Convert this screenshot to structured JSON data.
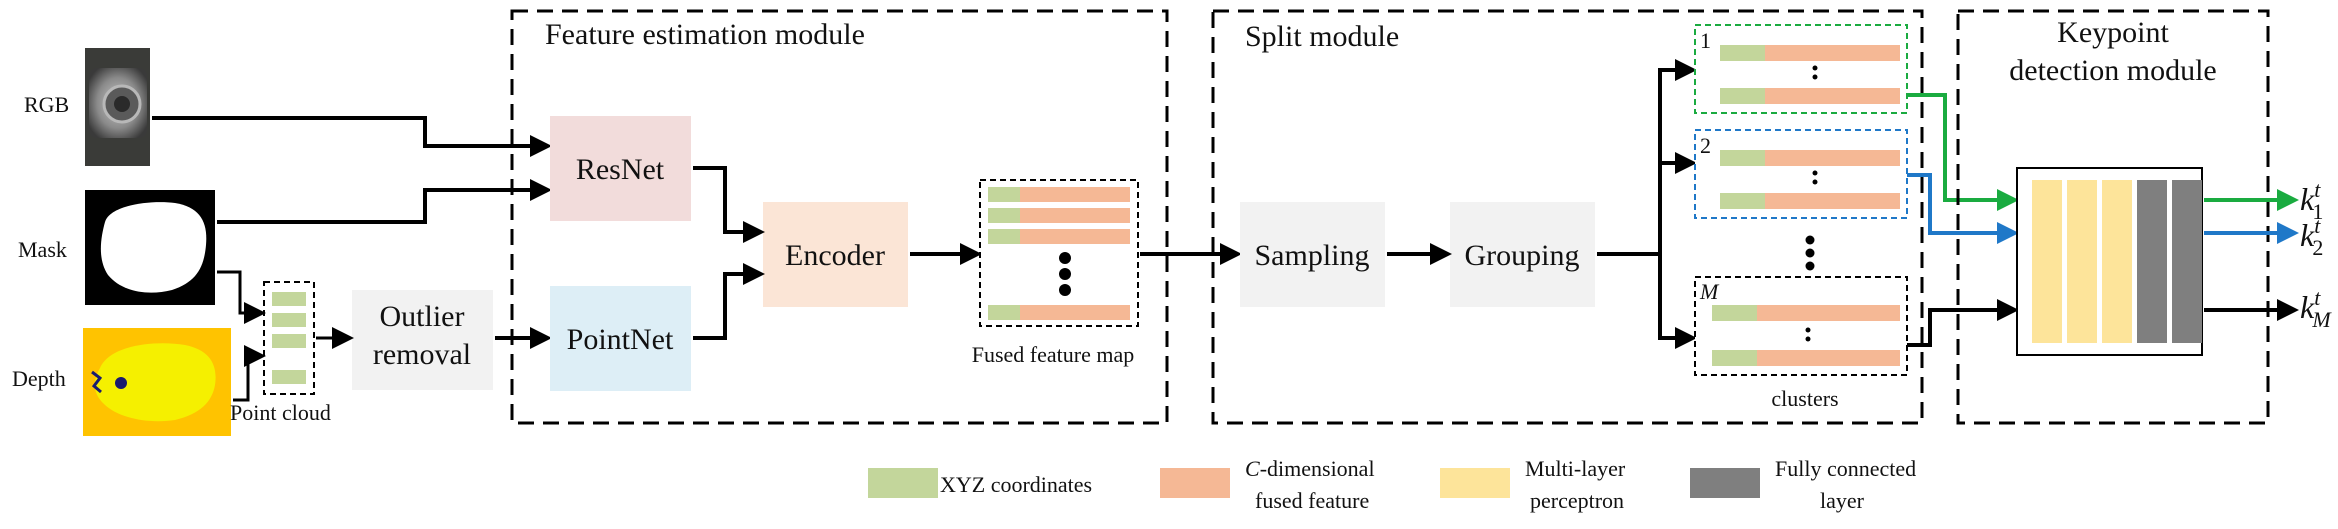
{
  "inputs": {
    "rgb_label": "RGB",
    "mask_label": "Mask",
    "depth_label": "Depth",
    "point_cloud_label": "Point cloud"
  },
  "preprocess": {
    "outlier_line1": "Outlier",
    "outlier_line2": "removal"
  },
  "feature_module": {
    "title": "Feature estimation module",
    "resnet": "ResNet",
    "pointnet": "PointNet",
    "encoder": "Encoder",
    "fused_caption": "Fused feature map"
  },
  "split_module": {
    "title": "Split module",
    "sampling": "Sampling",
    "grouping": "Grouping",
    "cluster1_index": "1",
    "cluster2_index": "2",
    "clusterM_index": "M",
    "clusters_caption": "clusters"
  },
  "keypoint_module": {
    "title_line1": "Keypoint",
    "title_line2": "detection module",
    "out1_sub": "1",
    "out2_sub": "2",
    "outM_sub": "M",
    "out_base": "k",
    "out_sup": "t"
  },
  "legend": {
    "xyz": "XYZ coordinates",
    "cdim_line1_italic": "C",
    "cdim_line1_rest": "-dimensional",
    "cdim_line2": "fused feature",
    "mlp_line1": "Multi-layer",
    "mlp_line2": "perceptron",
    "fc_line1": "Fully connected",
    "fc_line2": "layer"
  },
  "colors": {
    "xyz": "#c3d69b",
    "feature": "#f5b895",
    "mlp": "#fde49a",
    "fc": "#7f7f7f",
    "resnet": "#f2dcdb",
    "pointnet": "#ddeef6",
    "encoder": "#fbe5d6",
    "gray_box": "#f2f2f2",
    "green_arrow": "#1aab40",
    "blue_arrow": "#1f78c8"
  }
}
